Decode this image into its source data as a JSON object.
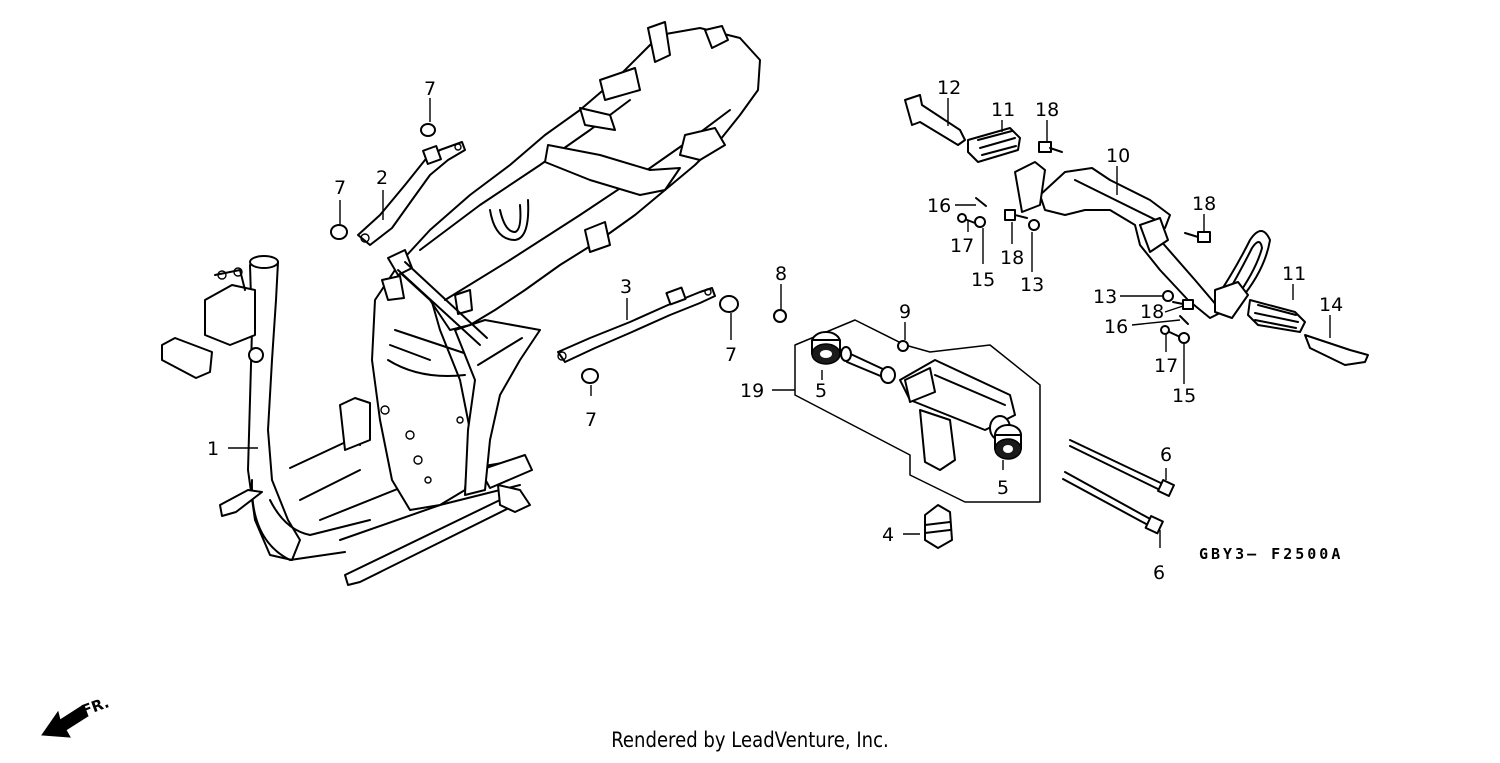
{
  "diagram_code": "GBY3– F2500A",
  "footer_text": "Rendered by LeadVenture, Inc.",
  "direction_label": "FR.",
  "callouts": [
    {
      "id": "c1",
      "label": "1"
    },
    {
      "id": "c2",
      "label": "2"
    },
    {
      "id": "c3",
      "label": "3"
    },
    {
      "id": "c4",
      "label": "4"
    },
    {
      "id": "c5a",
      "label": "5"
    },
    {
      "id": "c5b",
      "label": "5"
    },
    {
      "id": "c6a",
      "label": "6"
    },
    {
      "id": "c6b",
      "label": "6"
    },
    {
      "id": "c7a",
      "label": "7"
    },
    {
      "id": "c7b",
      "label": "7"
    },
    {
      "id": "c7c",
      "label": "7"
    },
    {
      "id": "c7d",
      "label": "7"
    },
    {
      "id": "c8",
      "label": "8"
    },
    {
      "id": "c9",
      "label": "9"
    },
    {
      "id": "c10",
      "label": "10"
    },
    {
      "id": "c11a",
      "label": "11"
    },
    {
      "id": "c11b",
      "label": "11"
    },
    {
      "id": "c12",
      "label": "12"
    },
    {
      "id": "c13a",
      "label": "13"
    },
    {
      "id": "c13b",
      "label": "13"
    },
    {
      "id": "c14",
      "label": "14"
    },
    {
      "id": "c15a",
      "label": "15"
    },
    {
      "id": "c15b",
      "label": "15"
    },
    {
      "id": "c16a",
      "label": "16"
    },
    {
      "id": "c16b",
      "label": "16"
    },
    {
      "id": "c17a",
      "label": "17"
    },
    {
      "id": "c17b",
      "label": "17"
    },
    {
      "id": "c18a",
      "label": "18"
    },
    {
      "id": "c18b",
      "label": "18"
    },
    {
      "id": "c18c",
      "label": "18"
    },
    {
      "id": "c18d",
      "label": "18"
    },
    {
      "id": "c19",
      "label": "19"
    }
  ]
}
